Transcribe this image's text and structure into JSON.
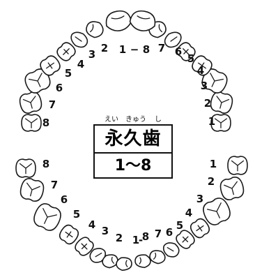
{
  "heading": {
    "title": "永久歯",
    "ruby": [
      "えい",
      "きゅう",
      "し"
    ],
    "range": "1〜8"
  },
  "upper_labels": {
    "left": [
      "8",
      "7",
      "6",
      "5",
      "4",
      "3",
      "2",
      "1"
    ],
    "right": [
      "1",
      "2",
      "3",
      "4",
      "5",
      "6",
      "7",
      "8"
    ],
    "separator": "−"
  },
  "lower_labels": {
    "left": [
      "8",
      "7",
      "6",
      "5",
      "4",
      "3",
      "2",
      "1"
    ],
    "right": [
      "1",
      "2",
      "3",
      "4",
      "5",
      "6",
      "7",
      "8"
    ],
    "separator": "-"
  }
}
